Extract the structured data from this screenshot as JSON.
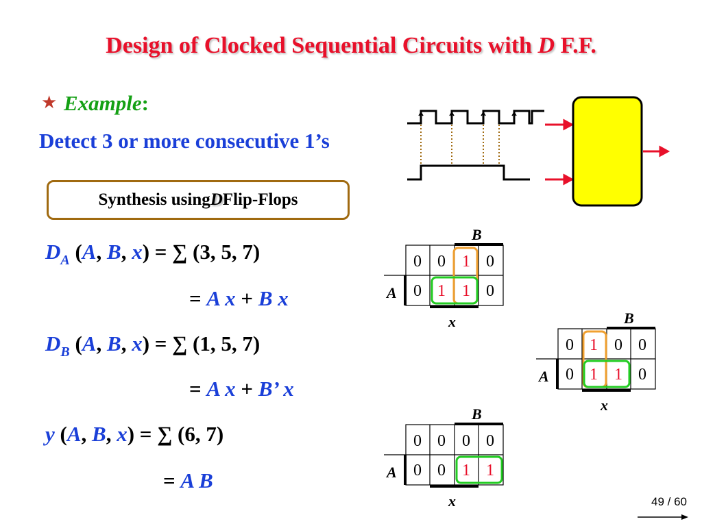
{
  "title": {
    "before": "Design of Clocked Sequential Circuits with ",
    "italic": "D",
    "after": " F.F."
  },
  "example": {
    "label": "Example",
    "colon": ":"
  },
  "problem": "Detect 3 or more consecutive 1’s",
  "synthesis": {
    "before": "Synthesis using ",
    "italic": "D",
    "after": " Flip-Flops"
  },
  "equations": {
    "da": {
      "name": "D",
      "sub": "A",
      "args_a": "A",
      "args_b": "B",
      "args_x": "x",
      "rhs": "= ∑ (3, 5, 7)"
    },
    "da_simplified": {
      "eq": "=",
      "t1": "A x",
      "plus": "+",
      "t2": "B x"
    },
    "db": {
      "name": "D",
      "sub": "B",
      "args_a": "A",
      "args_b": "B",
      "args_x": "x",
      "rhs": "= ∑ (1, 5, 7)"
    },
    "db_simplified": {
      "eq": "=",
      "t1": "A x",
      "plus": "+",
      "t2": "B’ x"
    },
    "y": {
      "name": "y",
      "args_a": "A",
      "args_b": "B",
      "args_x": "x",
      "rhs": "= ∑ (6, 7)"
    },
    "y_simplified": {
      "eq": "=",
      "t1": "A B"
    }
  },
  "kmaps": [
    {
      "id": "kmap-da",
      "label_a": "A",
      "label_b": "B",
      "label_x": "x",
      "row0": [
        "0",
        "0",
        "1",
        "0"
      ],
      "row1": [
        "0",
        "1",
        "1",
        "0"
      ]
    },
    {
      "id": "kmap-db",
      "label_a": "A",
      "label_b": "B",
      "label_x": "x",
      "row0": [
        "0",
        "1",
        "0",
        "0"
      ],
      "row1": [
        "0",
        "1",
        "1",
        "0"
      ]
    },
    {
      "id": "kmap-y",
      "label_a": "A",
      "label_b": "B",
      "label_x": "x",
      "row0": [
        "0",
        "0",
        "0",
        "0"
      ],
      "row1": [
        "0",
        "0",
        "1",
        "1"
      ]
    }
  ],
  "colors": {
    "title": "#e8102a",
    "green": "#14a014",
    "blue": "#1a3fd8",
    "box_border": "#a06a10",
    "block_fill": "#ffff00",
    "arrow": "#e8102a",
    "orange_loop": "#f0a030",
    "green_loop": "#22cc22"
  },
  "page": "49 / 60"
}
